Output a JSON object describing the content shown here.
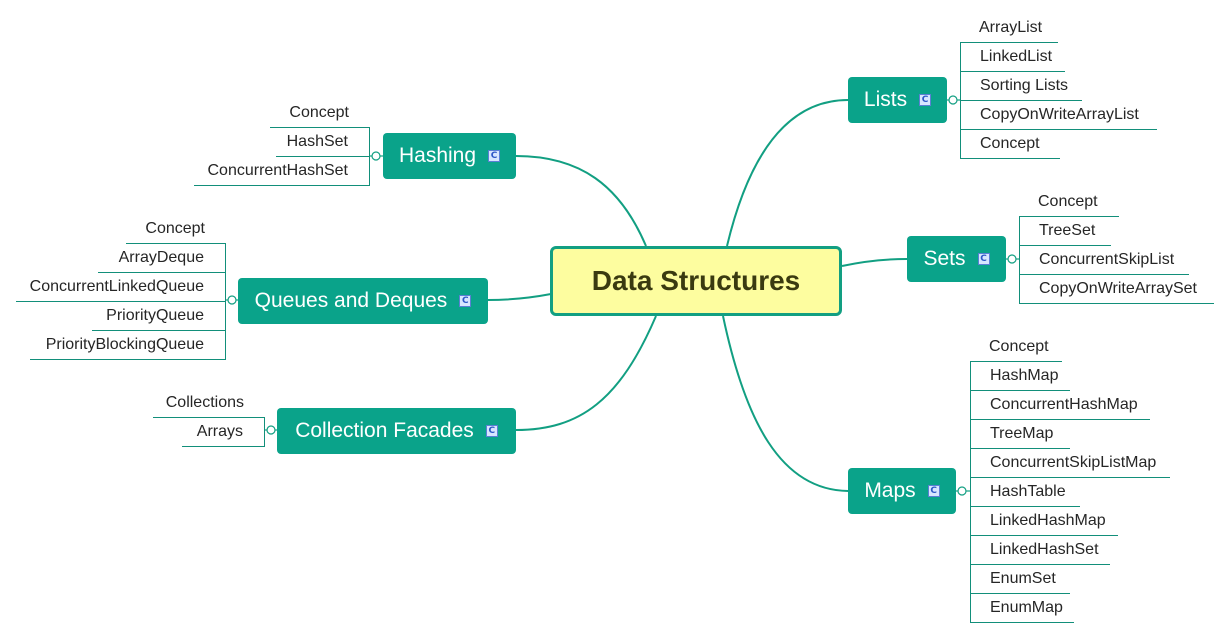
{
  "central": {
    "label": "Data Structures"
  },
  "colors": {
    "topic_fill": "#0aa38a",
    "connector": "#129f82",
    "central_fill": "#fdfd9f",
    "central_border": "#129f82",
    "icon_badge": "#5a7fd4"
  },
  "topics": {
    "lists": {
      "label": "Lists",
      "icon": "C",
      "children": [
        "ArrayList",
        "LinkedList",
        "Sorting Lists",
        "CopyOnWriteArrayList",
        "Concept"
      ]
    },
    "sets": {
      "label": "Sets",
      "icon": "C",
      "children": [
        "Concept",
        "TreeSet",
        "ConcurrentSkipList",
        "CopyOnWriteArraySet"
      ]
    },
    "maps": {
      "label": "Maps",
      "icon": "C",
      "children": [
        "Concept",
        "HashMap",
        "ConcurrentHashMap",
        "TreeMap",
        "ConcurrentSkipListMap",
        "HashTable",
        "LinkedHashMap",
        "LinkedHashSet",
        "EnumSet",
        "EnumMap"
      ]
    },
    "hashing": {
      "label": "Hashing",
      "icon": "C",
      "children": [
        "Concept",
        "HashSet",
        "ConcurrentHashSet"
      ]
    },
    "queues": {
      "label": "Queues and Deques",
      "icon": "C",
      "children": [
        "Concept",
        "ArrayDeque",
        "ConcurrentLinkedQueue",
        "PriorityQueue",
        "PriorityBlockingQueue"
      ]
    },
    "facades": {
      "label": "Collection Facades",
      "icon": "C",
      "children": [
        "Collections",
        "Arrays"
      ]
    }
  }
}
